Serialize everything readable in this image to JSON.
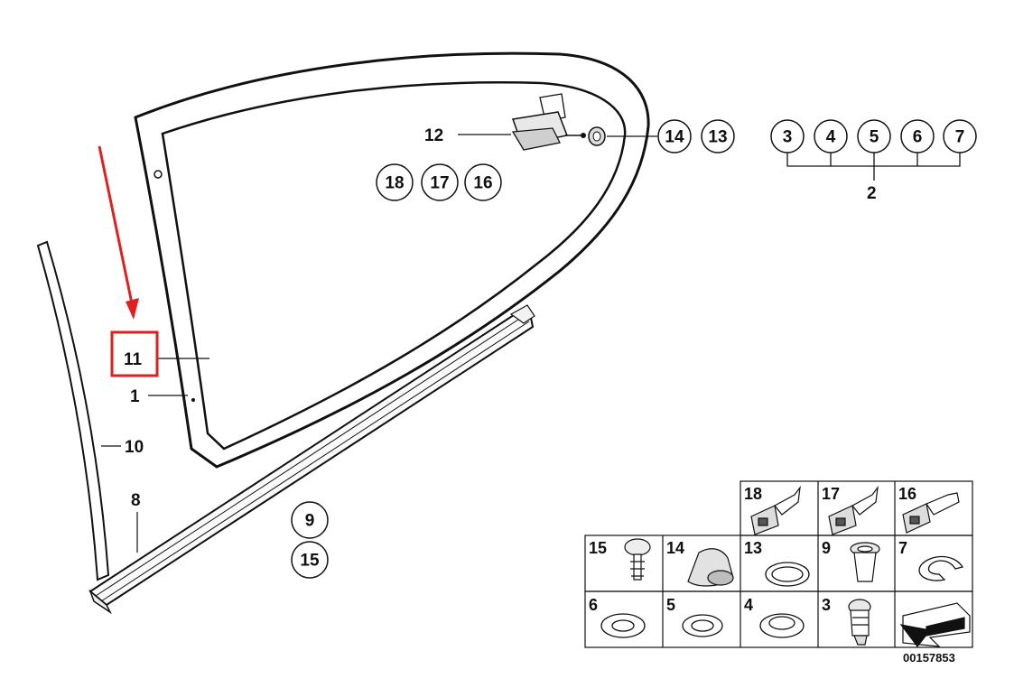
{
  "diagram": {
    "labels": {
      "part_1": "1",
      "part_2": "2",
      "part_8": "8",
      "part_10": "10",
      "part_11": "11",
      "part_12": "12"
    },
    "circled": {
      "c14": "14",
      "c13": "13",
      "c3": "3",
      "c4": "4",
      "c5": "5",
      "c6": "6",
      "c7": "7",
      "c18": "18",
      "c17": "17",
      "c16": "16",
      "c9": "9",
      "c15": "15"
    },
    "grid_cells": {
      "r1": [
        "18",
        "17",
        "16"
      ],
      "r2": [
        "15",
        "14",
        "13",
        "9",
        "7"
      ],
      "r3": [
        "6",
        "5",
        "4",
        "3",
        ""
      ]
    },
    "catalog_code": "00157853",
    "highlight_color": "#e02020",
    "line_color": "#111111"
  }
}
